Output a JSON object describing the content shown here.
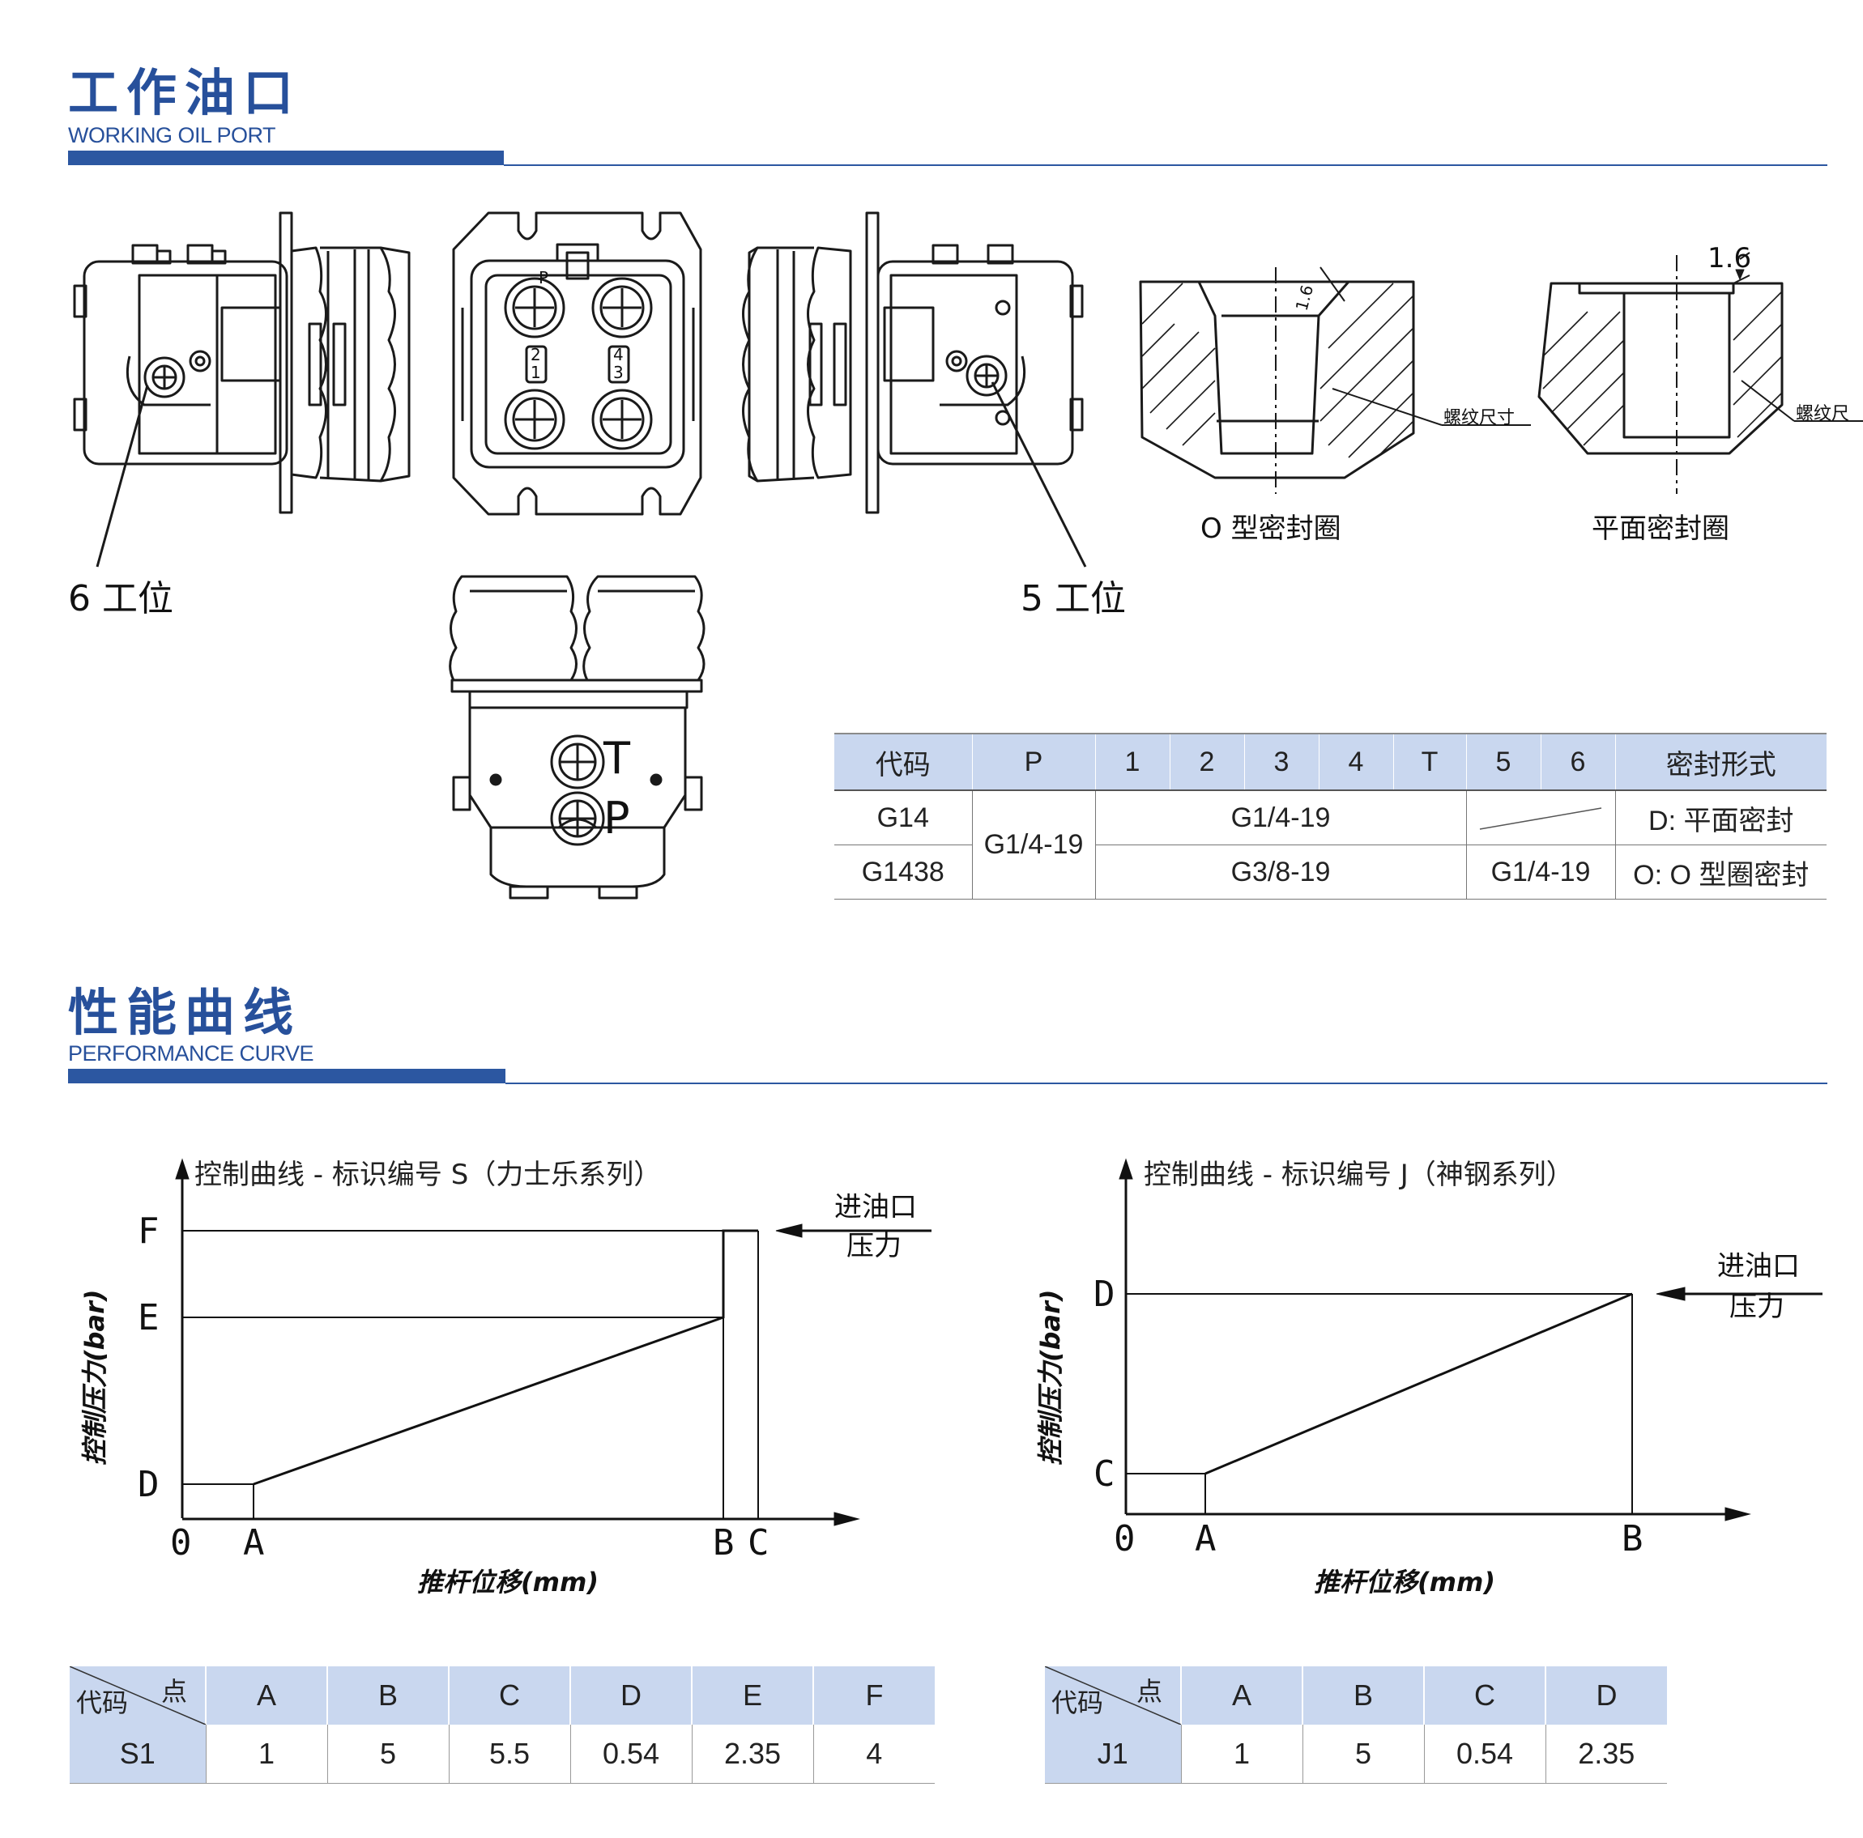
{
  "section1": {
    "title": "工作油口",
    "subtitle": "WORKING OIL PORT"
  },
  "section2": {
    "title": "性能曲线",
    "subtitle": "PERFORMANCE CURVE"
  },
  "drawings": {
    "left_label": "6 工位",
    "right_label": "5 工位",
    "port_num_2": "2",
    "port_num_1": "1",
    "port_num_4": "4",
    "port_num_3": "3",
    "port_num_p": "P",
    "bottom_T": "T",
    "bottom_P": "P",
    "oring_caption": "O 型密封圈",
    "flat_caption": "平面密封圈",
    "thread_size_a": "螺纹尺寸",
    "thread_size_b": "螺纹尺",
    "dim_16_a": "1.6",
    "dim_16_b": "1.6"
  },
  "port_table": {
    "headers": [
      "代码",
      "P",
      "1",
      "2",
      "3",
      "4",
      "T",
      "5",
      "6",
      "密封形式"
    ],
    "rows": [
      {
        "code": "G14",
        "p": "G1/4-19",
        "ports": "G1/4-19",
        "p56": "",
        "seal": "D: 平面密封"
      },
      {
        "code": "G1438",
        "ports": "G3/8-19",
        "p56": "G1/4-19",
        "seal": "O: O 型圈密封"
      }
    ]
  },
  "chart_S": {
    "title": "控制曲线 - 标识编号 S（力士乐系列）",
    "ylabel": "控制压力(bar)",
    "xlabel": "推杆位移(mm)",
    "x_ticks": [
      "0",
      "A",
      "B",
      "C"
    ],
    "y_ticks": [
      "D",
      "E",
      "F"
    ],
    "annotation_line1": "进油口",
    "annotation_line2": "压力"
  },
  "chart_J": {
    "title": "控制曲线 - 标识编号 J（神钢系列）",
    "ylabel": "控制压力(bar)",
    "xlabel": "推杆位移(mm)",
    "x_ticks": [
      "0",
      "A",
      "B"
    ],
    "y_ticks": [
      "C",
      "D"
    ],
    "annotation_line1": "进油口",
    "annotation_line2": "压力"
  },
  "chart_data": [
    {
      "type": "line",
      "title": "控制曲线 - 标识编号 S（力士乐系列）",
      "xlabel": "推杆位移(mm)",
      "ylabel": "控制压力(bar)",
      "x_labels": [
        "0",
        "A",
        "B",
        "C"
      ],
      "y_labels": [
        "D",
        "E",
        "F"
      ],
      "points": [
        [
          "0",
          "D"
        ],
        [
          "A",
          "D"
        ],
        [
          "B",
          "E"
        ],
        [
          "B",
          "F"
        ],
        [
          "C",
          "F"
        ]
      ],
      "values_S1": {
        "A": 1,
        "B": 5,
        "C": 5.5,
        "D": 0.54,
        "E": 2.35,
        "F": 4
      }
    },
    {
      "type": "line",
      "title": "控制曲线 - 标识编号 J（神钢系列）",
      "xlabel": "推杆位移(mm)",
      "ylabel": "控制压力(bar)",
      "x_labels": [
        "0",
        "A",
        "B"
      ],
      "y_labels": [
        "C",
        "D"
      ],
      "points": [
        [
          "0",
          "C"
        ],
        [
          "A",
          "C"
        ],
        [
          "B",
          "D"
        ]
      ],
      "values_J1": {
        "A": 1,
        "B": 5,
        "C": 0.54,
        "D": 2.35
      }
    }
  ],
  "table_S": {
    "corner_top": "点",
    "corner_bottom": "代码",
    "headers": [
      "A",
      "B",
      "C",
      "D",
      "E",
      "F"
    ],
    "code": "S1",
    "values": [
      "1",
      "5",
      "5.5",
      "0.54",
      "2.35",
      "4"
    ]
  },
  "table_J": {
    "corner_top": "点",
    "corner_bottom": "代码",
    "headers": [
      "A",
      "B",
      "C",
      "D"
    ],
    "code": "J1",
    "values": [
      "1",
      "5",
      "0.54",
      "2.35"
    ]
  }
}
